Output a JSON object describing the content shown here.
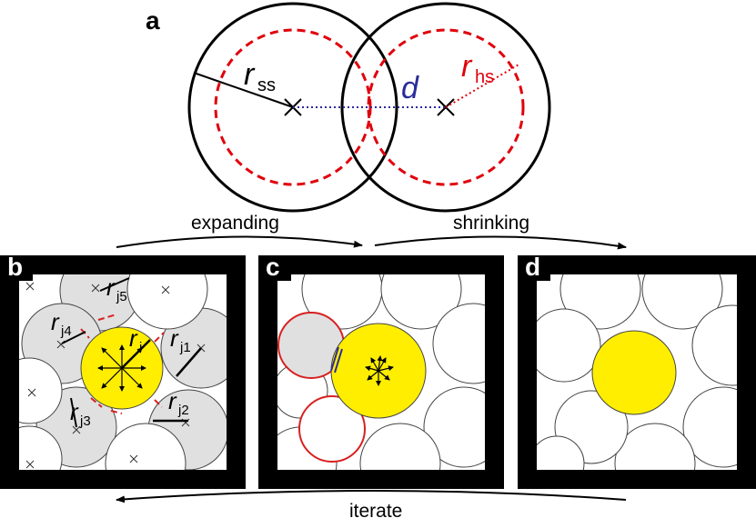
{
  "panels": {
    "a": {
      "letter": "a"
    },
    "b": {
      "letter": "b"
    },
    "c": {
      "letter": "c"
    },
    "d": {
      "letter": "d"
    }
  },
  "symbols": {
    "r": "r",
    "ss": "ss",
    "hs": "hs",
    "d": "d",
    "i": "i",
    "j1": "j1",
    "j2": "j2",
    "j3": "j3",
    "j4": "j4",
    "j5": "j5"
  },
  "flow": {
    "expanding": "expanding",
    "shrinking": "shrinking",
    "iterate": "iterate"
  },
  "colors": {
    "black": "#000000",
    "red_dashed": "#e0000b",
    "blue_dotted": "#2b2b9c",
    "yellow": "#ffee00",
    "gray": "#e0e0e0",
    "red_outline": "#d82020"
  }
}
